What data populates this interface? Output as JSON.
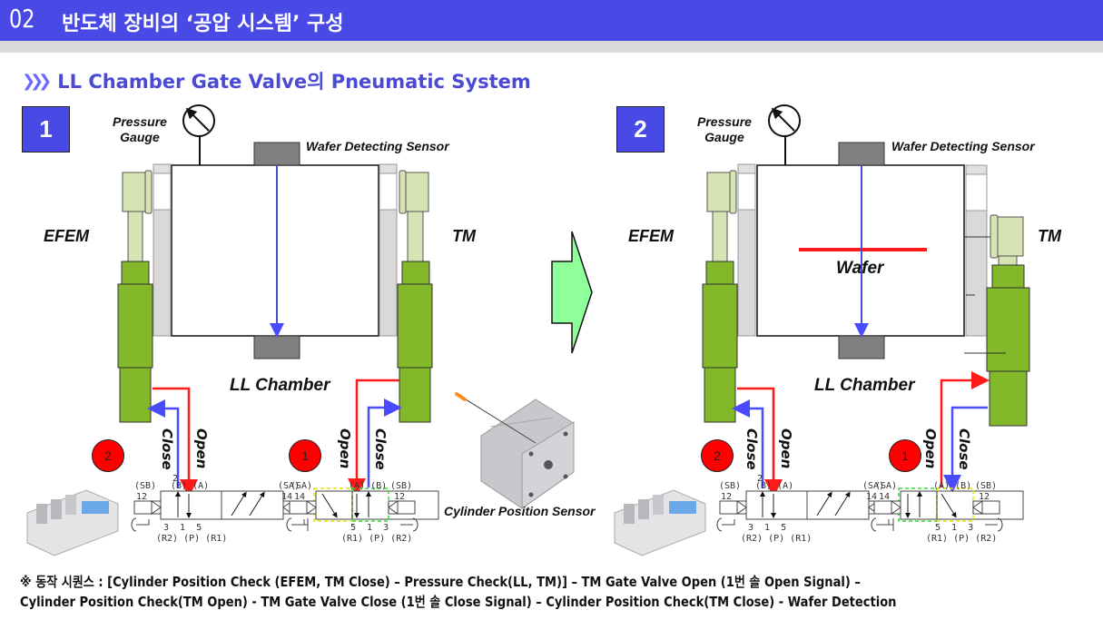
{
  "header": {
    "number": "02",
    "title": "반도체 장비의 ‘공압 시스템’ 구성"
  },
  "section": {
    "title": "LL Chamber Gate Valve의 Pneumatic System"
  },
  "panels": [
    {
      "badge": "1",
      "pressure_gauge": "Pressure\nGauge",
      "pressure_gauge_line1": "Pressure",
      "pressure_gauge_line2": "Gauge",
      "wafer_sensor": "Wafer Detecting Sensor",
      "left_side": "EFEM",
      "right_side": "TM",
      "chamber": "LL Chamber",
      "valves": [
        {
          "number": "2",
          "close": "Close",
          "open": "Open",
          "ports_top": "(B) (A)",
          "port_top_num": "2",
          "left_code": "(SB)",
          "left_num": "12",
          "right_code": "(SA)",
          "right_num": "14",
          "bottom_nums": "3  1  5",
          "bottom_codes": "(R2) (P) (R1)"
        },
        {
          "number": "1",
          "open": "Open",
          "close": "Close",
          "ports_top": "(A) (B)",
          "left_code": "(SA)",
          "left_num": "14",
          "right_code": "(SB)",
          "right_num": "12",
          "bottom_nums": "5  1  3",
          "bottom_codes": "(R1) (P) (R2)"
        }
      ]
    },
    {
      "badge": "2",
      "pressure_gauge_line1": "Pressure",
      "pressure_gauge_line2": "Gauge",
      "wafer_sensor": "Wafer Detecting Sensor",
      "left_side": "EFEM",
      "right_side": "TM",
      "wafer": "Wafer",
      "chamber": "LL Chamber",
      "valves": [
        {
          "number": "2",
          "close": "Close",
          "open": "Open",
          "ports_top": "(B) (A)",
          "port_top_num": "2",
          "left_code": "(SB)",
          "left_num": "12",
          "right_code": "(SA)",
          "right_num": "14",
          "bottom_nums": "3  1  5",
          "bottom_codes": "(R2) (P) (R1)"
        },
        {
          "number": "1",
          "open": "Open",
          "close": "Close",
          "ports_top": "(A) (B)",
          "left_code": "(SA)",
          "left_num": "14",
          "right_code": "(SB)",
          "right_num": "12",
          "bottom_nums": "5  1  3",
          "bottom_codes": "(R1) (P) (R2)"
        }
      ]
    }
  ],
  "cylinder_sensor_label": "Cylinder Position Sensor",
  "colors": {
    "header_bg": "#4949e6",
    "section_text": "#4a4ad4",
    "cylinder_dark": "#82b82a",
    "cylinder_light": "#d6e4b4",
    "open_line": "#ff1a1a",
    "close_line": "#4a4aff",
    "transition_arrow": "#8eff99",
    "valve_badge": "#ff0000"
  },
  "footer": {
    "prefix": "※ 동작 시퀀스 :",
    "line1": "[Cylinder Position Check (EFEM, TM Close) – Pressure Check(LL, TM)] – TM Gate Valve Open (1번 솔 Open Signal) –",
    "line2": "Cylinder Position Check(TM Open) -  TM Gate Valve Close (1번 솔 Close Signal) – Cylinder Position Check(TM Close) - Wafer Detection"
  }
}
